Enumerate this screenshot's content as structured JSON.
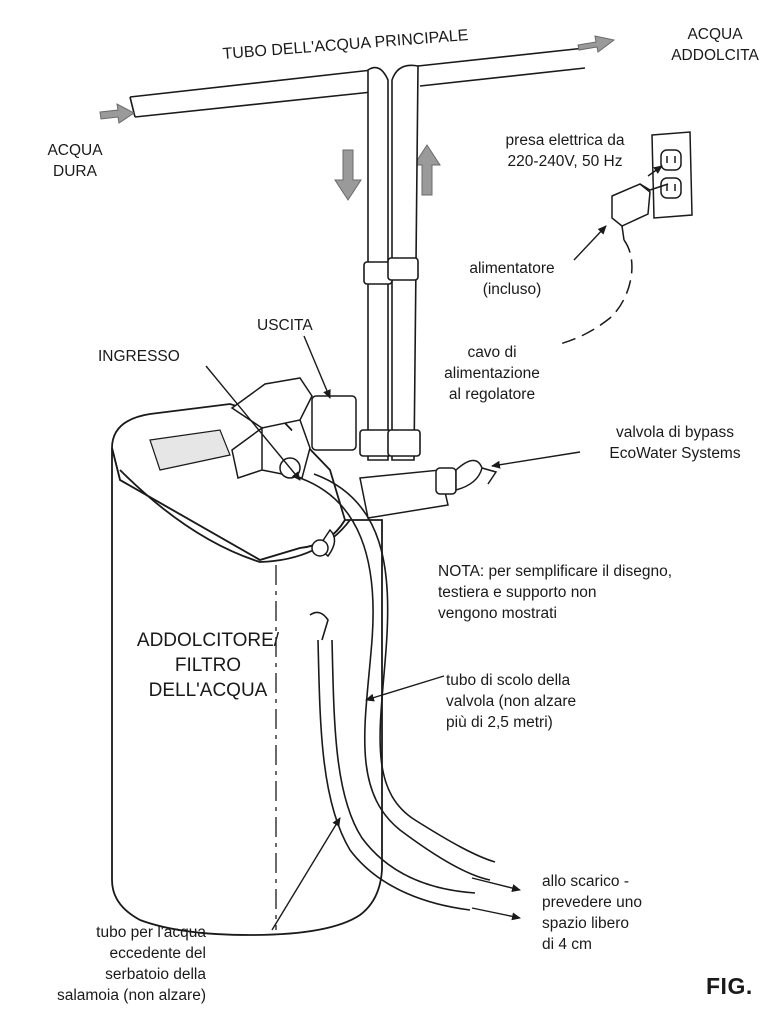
{
  "labels": {
    "main_pipe": "TUBO DELL'ACQUA PRINCIPALE",
    "soft_water": "ACQUA\nADDOLCITA",
    "hard_water": "ACQUA\nDURA",
    "outlet": "presa elettrica da\n220-240V, 50 Hz",
    "adapter": "alimentatore\n(incluso)",
    "cable": "cavo di\nalimentazione\nal regolatore",
    "uscita": "USCITA",
    "ingresso": "INGRESSO",
    "bypass": "valvola di bypass\nEcoWater Systems",
    "note": "NOTA: per semplificare il disegno,\n          testiera e supporto non\n          vengono mostrati",
    "softener": "ADDOLCITORE/\nFILTRO\nDELL'ACQUA",
    "drain_hose": "tubo di scolo della\nvalvola (non alzare\npiù di 2,5 metri)",
    "to_drain": "allo scarico -\nprevedere uno\nspazio libero\ndi 4 cm",
    "overflow": "tubo per l'acqua\neccedente del\nserbatoio della\nsalamoia (non alzare)",
    "fig": "FIG."
  },
  "colors": {
    "line": "#1a1a1a",
    "arrow_fill": "#9a9a9a",
    "tank_fill": "#ffffff",
    "shade": "#e6e6e6"
  }
}
